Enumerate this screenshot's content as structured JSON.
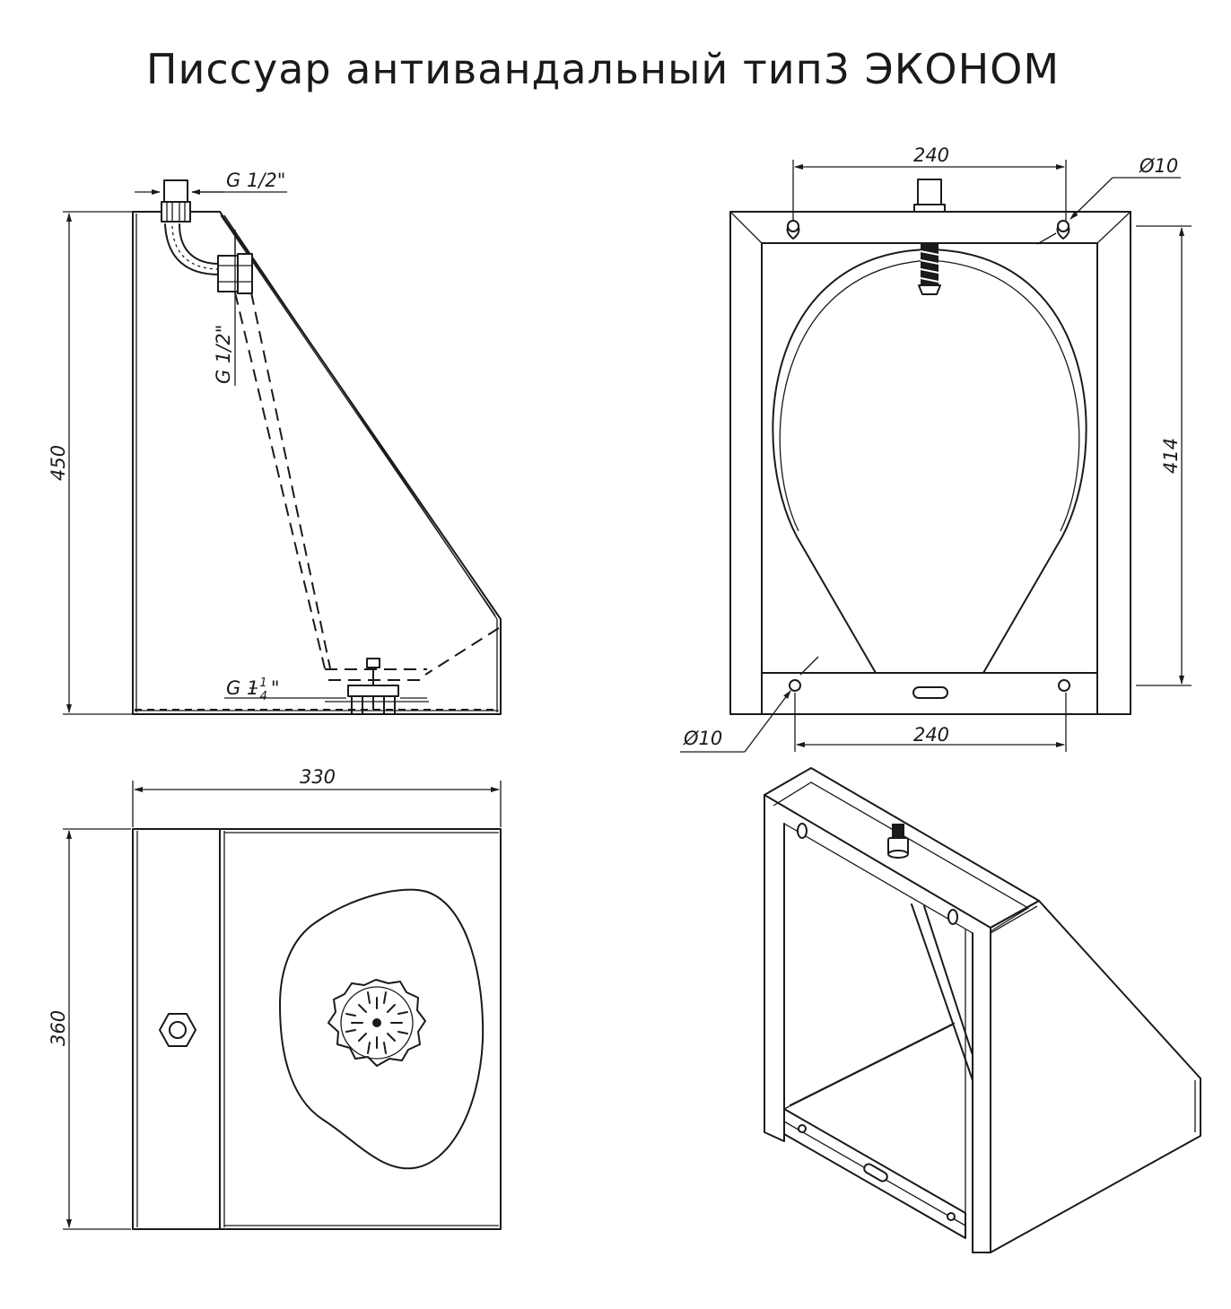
{
  "title": "Писсуар антивандальный тип3 ЭКОНОМ",
  "side_view": {
    "height_dim": "450",
    "inlet_thread": "G 1/2\"",
    "pipe_thread": "G 1/2\"",
    "drain_thread_prefix": "G 1",
    "drain_thread_num": "1",
    "drain_thread_den": "4",
    "drain_thread_suffix": "\""
  },
  "front_view": {
    "top_spacing": "240",
    "bottom_spacing": "240",
    "height_dim": "414",
    "top_hole": "Ø10",
    "bottom_hole": "Ø10"
  },
  "top_view": {
    "width_dim": "330",
    "depth_dim": "360"
  }
}
